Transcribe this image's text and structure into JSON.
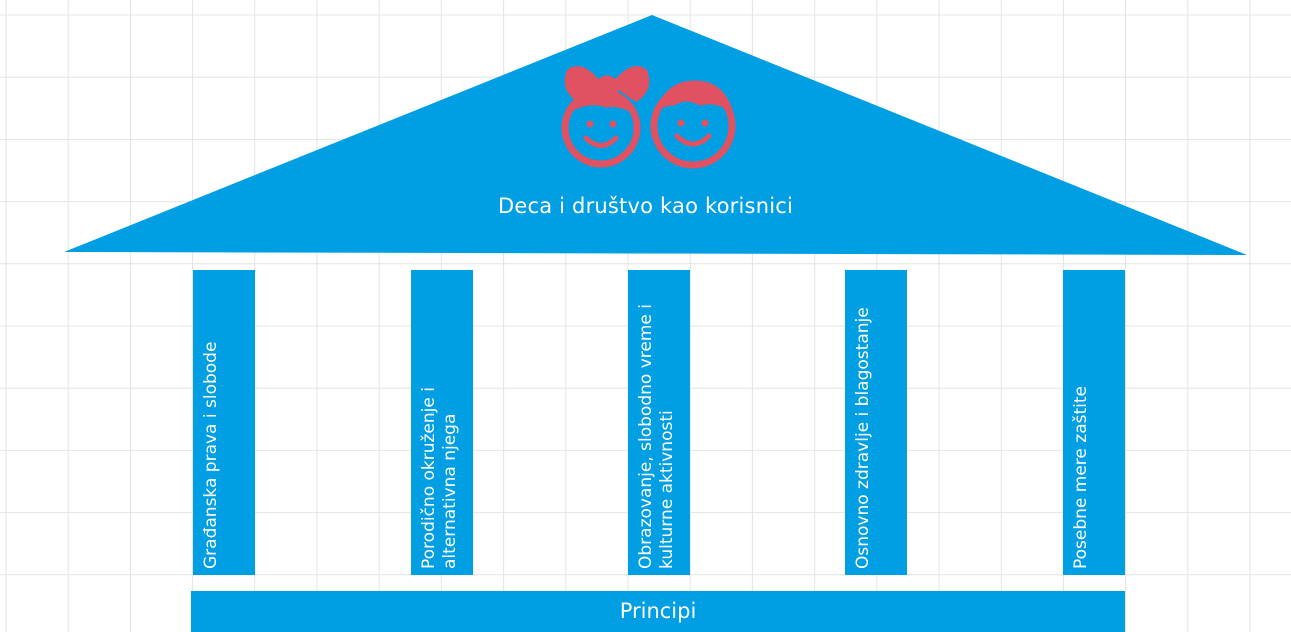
{
  "colors": {
    "primary": "#009fe3",
    "icon": "#e05262",
    "grid": "#e4e4e4",
    "text": "#ffffff"
  },
  "roof": {
    "title": "Deca i društvo kao korisnici",
    "icon": "two-children-faces-icon"
  },
  "pillars": [
    {
      "label": "Građanska prava i slobode"
    },
    {
      "label": "Porodično okruženje i alternativna njega"
    },
    {
      "label": "Obrazovanje, slobodno vreme i kulturne aktivnosti"
    },
    {
      "label": "Osnovno zdravlje i blagostanje"
    },
    {
      "label": "Posebne mere zaštite"
    }
  ],
  "base": {
    "label": "Principi"
  }
}
